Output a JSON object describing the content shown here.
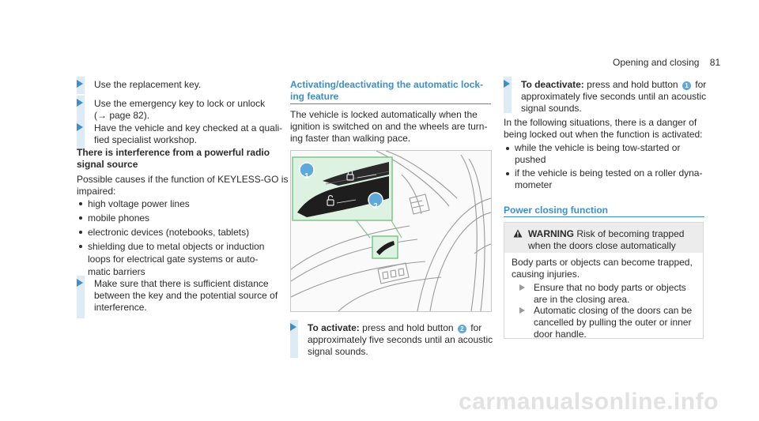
{
  "header": {
    "title": "Opening and closing",
    "page": "81"
  },
  "col1": {
    "steps": [
      {
        "lines": [
          "Use the replacement key."
        ]
      },
      {
        "lines": [
          "Use the emergency key to lock or unlock",
          "(→ page 82)."
        ]
      },
      {
        "lines": [
          "Have the vehicle and key checked at a quali-",
          "fied specialist workshop."
        ]
      }
    ],
    "heading_lines": [
      "There is interference from a powerful radio",
      "signal source"
    ],
    "intro_lines": [
      "Possible causes if the function of KEYLESS-GO is",
      "impaired:"
    ],
    "bullets": [
      [
        "high voltage power lines"
      ],
      [
        "mobile phones"
      ],
      [
        "electronic devices (notebooks, tablets)"
      ],
      [
        "shielding due to metal objects or induction",
        "loops for electrical gate systems or auto-",
        "matic barriers"
      ]
    ],
    "final_step_lines": [
      "Make sure that there is sufficient distance",
      "between the key and the potential source of",
      "interference."
    ]
  },
  "col2": {
    "title_lines": [
      "Activating/deactivating the automatic lock-",
      "ing feature"
    ],
    "body_lines": [
      "The vehicle is locked automatically when the",
      "ignition is switched on and the wheels are turn-",
      "ing faster than walking pace."
    ],
    "callouts": [
      "1",
      "2"
    ],
    "activate": {
      "label": "To activate:",
      "line1_a": "press and hold button",
      "badge": "2",
      "line1_b": "for",
      "lines": [
        "approximately five seconds until an acoustic",
        "signal sounds."
      ]
    }
  },
  "col3": {
    "deactivate": {
      "label": "To deactivate:",
      "line1_a": "press and hold button",
      "badge": "1",
      "line1_b": "for",
      "lines": [
        "approximately five seconds until an acoustic",
        "signal sounds."
      ]
    },
    "danger_lines": [
      "In the following situations, there is a danger of",
      "being locked out when the function is activated:"
    ],
    "bullets": [
      [
        "while the vehicle is being tow-started or",
        "pushed"
      ],
      [
        "if the vehicle is being tested on a roller dyna-",
        "mometer"
      ]
    ],
    "power_title": "Power closing function",
    "warning": {
      "label": "WARNING",
      "lines": [
        "Risk of becoming trapped",
        "when the doors close automatically"
      ],
      "body_lines": [
        "Body parts or objects can become trapped,",
        "causing injuries."
      ],
      "steps": [
        {
          "lines": [
            "Ensure that no body parts or objects",
            "are in the closing area."
          ]
        },
        {
          "lines": [
            "Automatic closing of the doors can be",
            "cancelled by pulling the outer or inner",
            "door handle."
          ]
        }
      ]
    }
  },
  "watermark": "carmanualsonline.info"
}
